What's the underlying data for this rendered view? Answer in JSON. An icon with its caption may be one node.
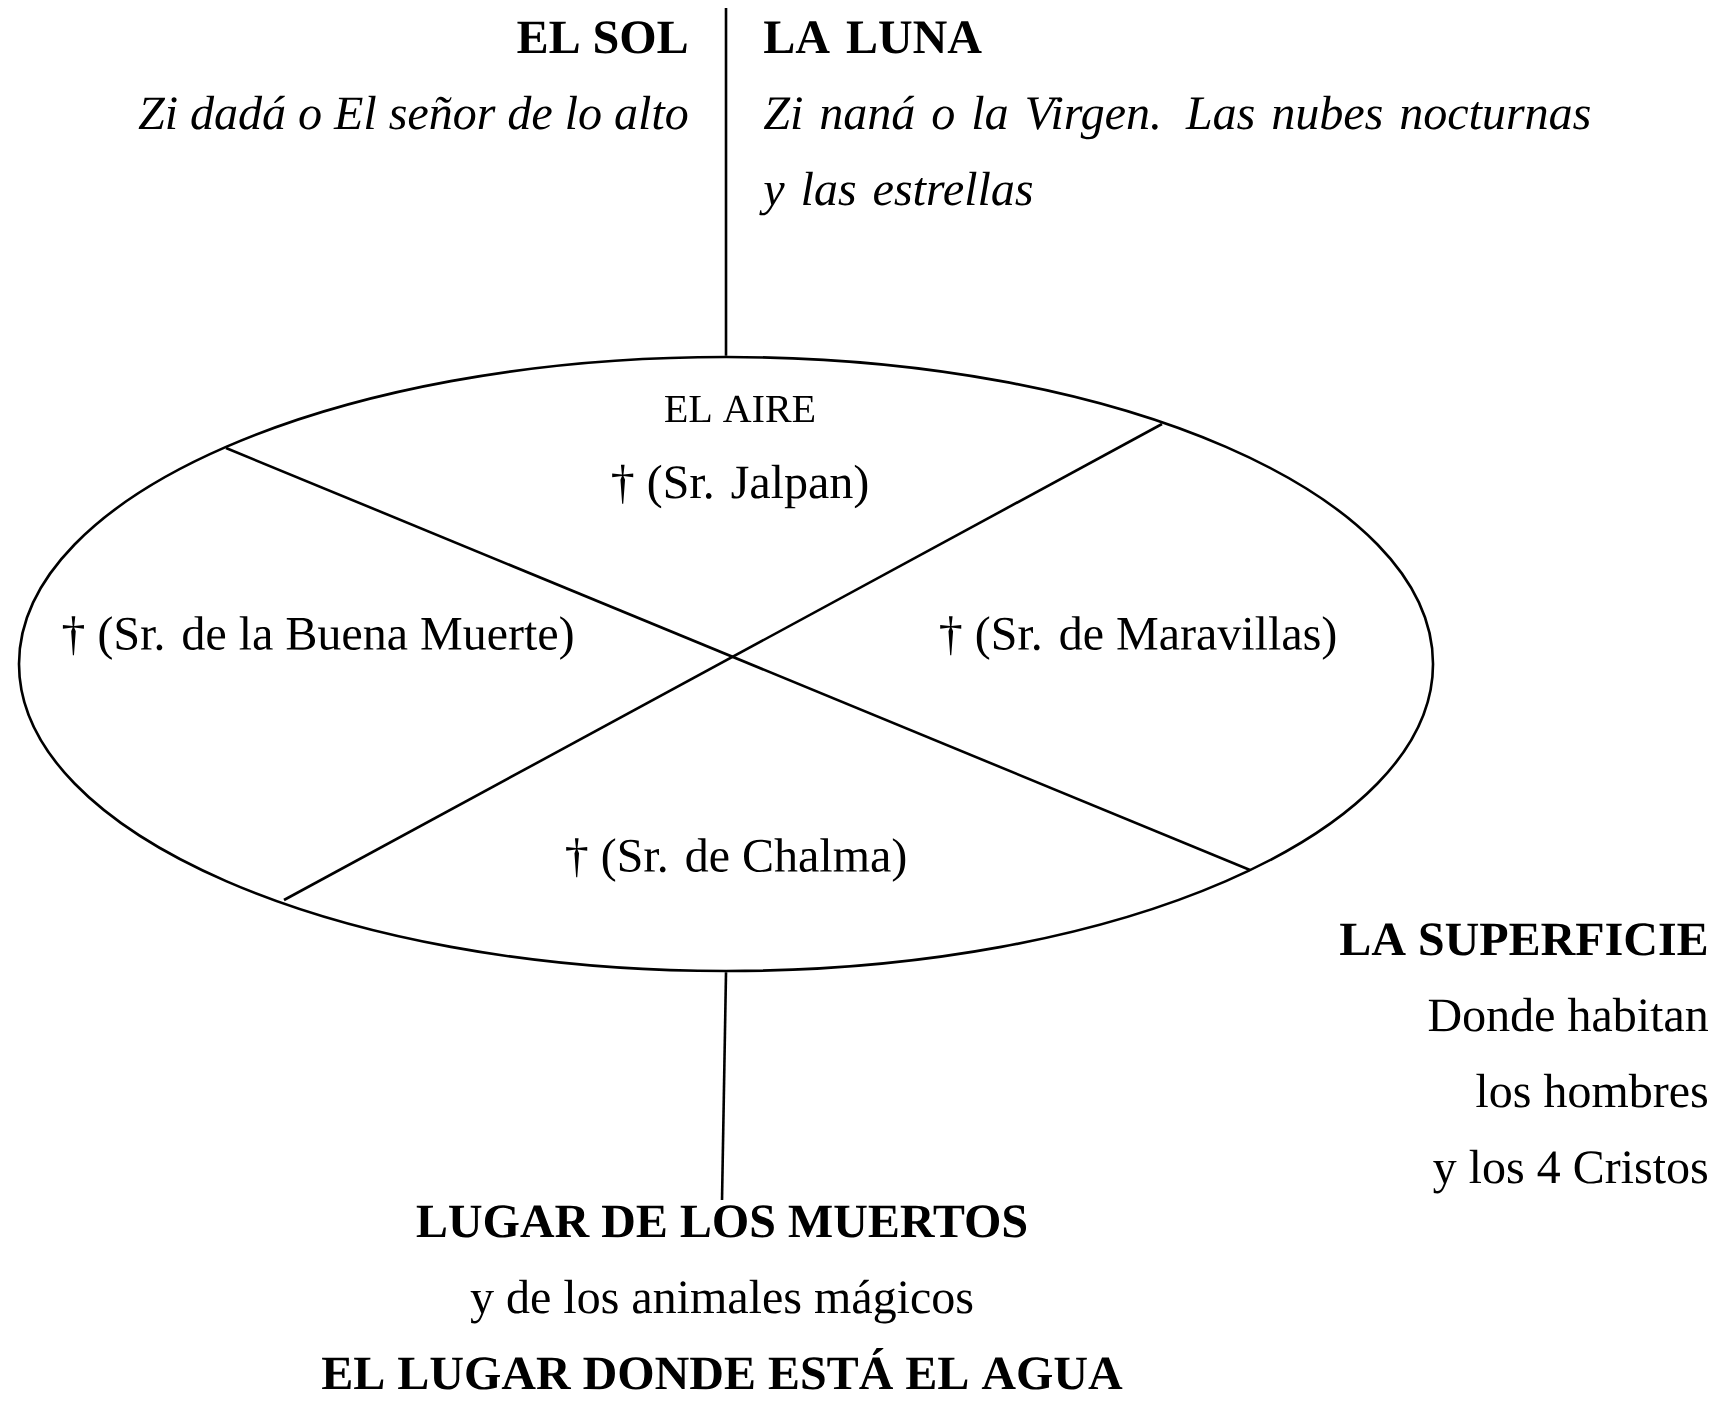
{
  "diagram": {
    "nodes": [
      {
        "text": [],
        "shape": "ellipse",
        "beside": [
          "LA SUPERFICIE",
          "Donde habitan los hombres y los 4 Cristos"
        ]
      },
      {
        "text": [
          "EL AIRE",
          "† (Sr. Jalpan)"
        ],
        "in": 0
      },
      {
        "text": [
          "† (Sr. de la Buena Muerte)"
        ],
        "in": 0
      },
      {
        "text": [
          "† (Sr. de Maravillas)"
        ],
        "in": 0
      },
      {
        "text": [
          "† (Sr. de Chalma)"
        ],
        "in": 0
      },
      {
        "text": [
          "EL SOL",
          "Zi dadá o El señor de lo alto"
        ]
      },
      {
        "text": [
          "LA LUNA",
          "Zi naná o la Virgen. Las nubes nocturnas y las estrellas"
        ]
      },
      {
        "text": [
          "LUGAR DE LOS MUERTOS",
          "y de los animales mágicos",
          "EL LUGAR DONDE ESTÁ EL AGUA"
        ]
      }
    ],
    "edges": [
      {
        "from": 0,
        "to": 7,
        "arrow": "none"
      }
    ]
  }
}
